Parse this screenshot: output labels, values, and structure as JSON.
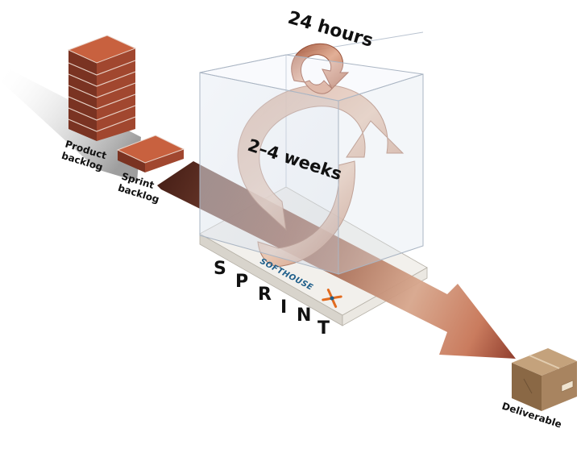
{
  "labels": {
    "product_backlog_line1": "Product",
    "product_backlog_line2": "backlog",
    "sprint_backlog_line1": "Sprint",
    "sprint_backlog_line2": "backlog",
    "daily_cycle": "24 hours",
    "sprint_cycle": "2–4 weeks",
    "sprint_letters": [
      "S",
      "P",
      "R",
      "I",
      "N",
      "T"
    ],
    "deliverable": "Deliverable"
  },
  "brand": {
    "name": "SOFTHOUSE",
    "logo_icon": "softhouse-x-logo-icon",
    "color": "#1f5f8b",
    "accent": "#e26b1f"
  },
  "colors": {
    "brick": "#a1472f",
    "brick_top": "#c8613f",
    "brick_side": "#7a3322",
    "arrow_dark": "#4a1a10",
    "arrow_mid": "#b0603e",
    "arrow_light": "#e9c0a8",
    "box_cardboard": "#a88460"
  }
}
